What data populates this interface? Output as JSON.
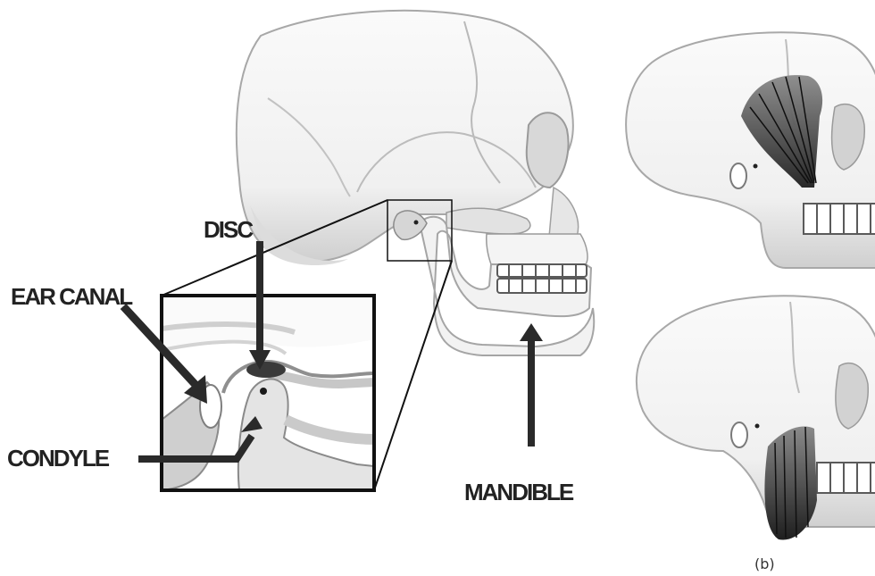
{
  "labels": {
    "disc": "DISC",
    "ear_canal": "EAR CANAL",
    "condyle": "CONDYLE",
    "mandible": "MANDIBLE"
  },
  "caption": "(b)",
  "colors": {
    "bone": "#f3f3f3",
    "bone_shadow": "#d6d6d6",
    "suture": "#b9b9b9",
    "outline": "#8a8a8a",
    "label": "#222222",
    "muscle": "#3a3a3a"
  }
}
